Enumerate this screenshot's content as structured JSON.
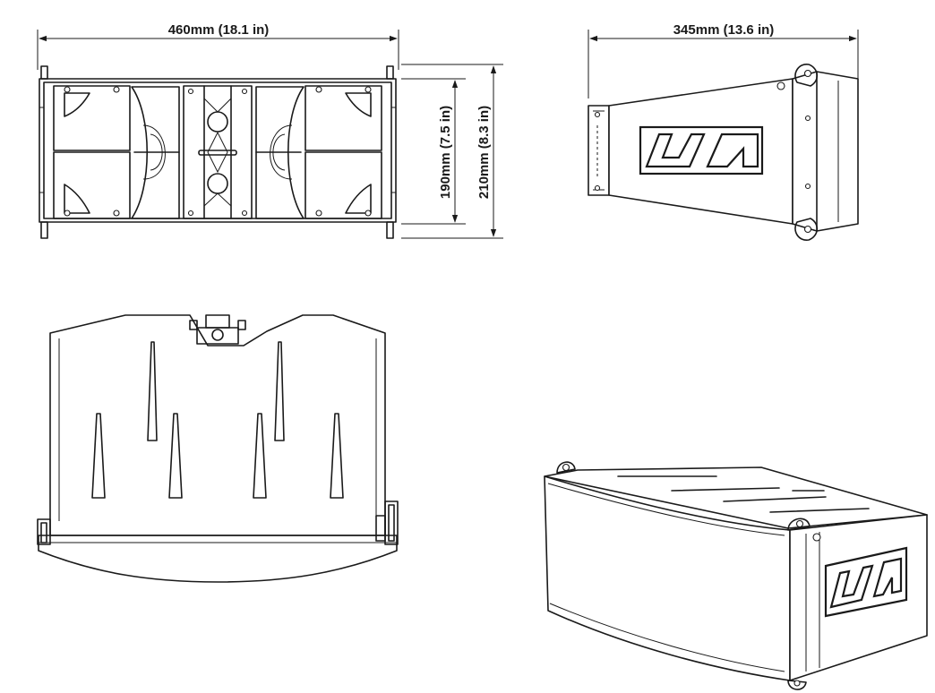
{
  "dimensions": {
    "front_width": "460mm (18.1 in)",
    "front_height_inner": "190mm (7.5 in)",
    "front_height_outer": "210mm (8.3 in)",
    "side_depth": "345mm (13.6 in)"
  },
  "views": [
    "front-view",
    "side-view",
    "top-view",
    "perspective-view"
  ],
  "brand_mark_icon": "ava-logo-icon"
}
